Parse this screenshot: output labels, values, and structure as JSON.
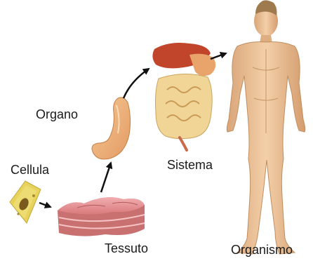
{
  "labels": {
    "cellula": "Cellula",
    "tessuto": "Tessuto",
    "organo": "Organo",
    "sistema": "Sistema",
    "organismo": "Organismo"
  },
  "colors": {
    "background": "#ffffff",
    "label": "#1a1a1a",
    "arrow": "#111111",
    "cell": "#e7d25c",
    "tissue": "#e79a9c",
    "stomach": "#f0b47a",
    "liver": "#c0452a",
    "intestine": "#f1d596",
    "skin": "#efc59c"
  },
  "icons": [
    "cell-icon",
    "tissue-icon",
    "stomach-icon",
    "digestive-system-icon",
    "human-body-icon"
  ]
}
